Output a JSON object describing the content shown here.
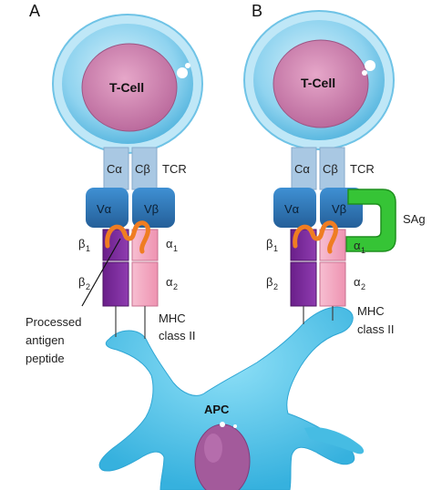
{
  "panels": {
    "a": {
      "letter": "A",
      "cell": "T-Cell",
      "c_alpha": "Cα",
      "c_beta": "Cβ",
      "tcr": "TCR",
      "v_alpha": "Vα",
      "v_beta": "Vβ",
      "beta1": "β",
      "beta1_sub": "1",
      "beta2": "β",
      "beta2_sub": "2",
      "alpha1": "α",
      "alpha1_sub": "1",
      "alpha2": "α",
      "alpha2_sub": "2",
      "peptide_line1": "Processed",
      "peptide_line2": "antigen",
      "peptide_line3": "peptide",
      "mhc_line1": "MHC",
      "mhc_line2": "class II"
    },
    "b": {
      "letter": "B",
      "cell": "T-Cell",
      "c_alpha": "Cα",
      "c_beta": "Cβ",
      "tcr": "TCR",
      "v_alpha": "Vα",
      "v_beta": "Vβ",
      "beta1": "β",
      "beta1_sub": "1",
      "beta2": "β",
      "beta2_sub": "2",
      "alpha1": "α",
      "alpha1_sub": "1",
      "alpha2": "α",
      "alpha2_sub": "2",
      "sag": "SAg",
      "mhc_line1": "MHC",
      "mhc_line2": "class II"
    }
  },
  "apc": {
    "label": "APC"
  },
  "colors": {
    "cell_membrane": "#8fd3ef",
    "cell_nucleus": "#c97aa6",
    "c_domain": "#a9c8e3",
    "v_domain": "#2f7ec1",
    "beta_chain": "#7a2a9a",
    "alpha_chain": "#f3a6bf",
    "peptide": "#ef7d22",
    "sag": "#36c436",
    "apc_body": "#4fc1e6",
    "apc_nucleus": "#a35a9b"
  }
}
